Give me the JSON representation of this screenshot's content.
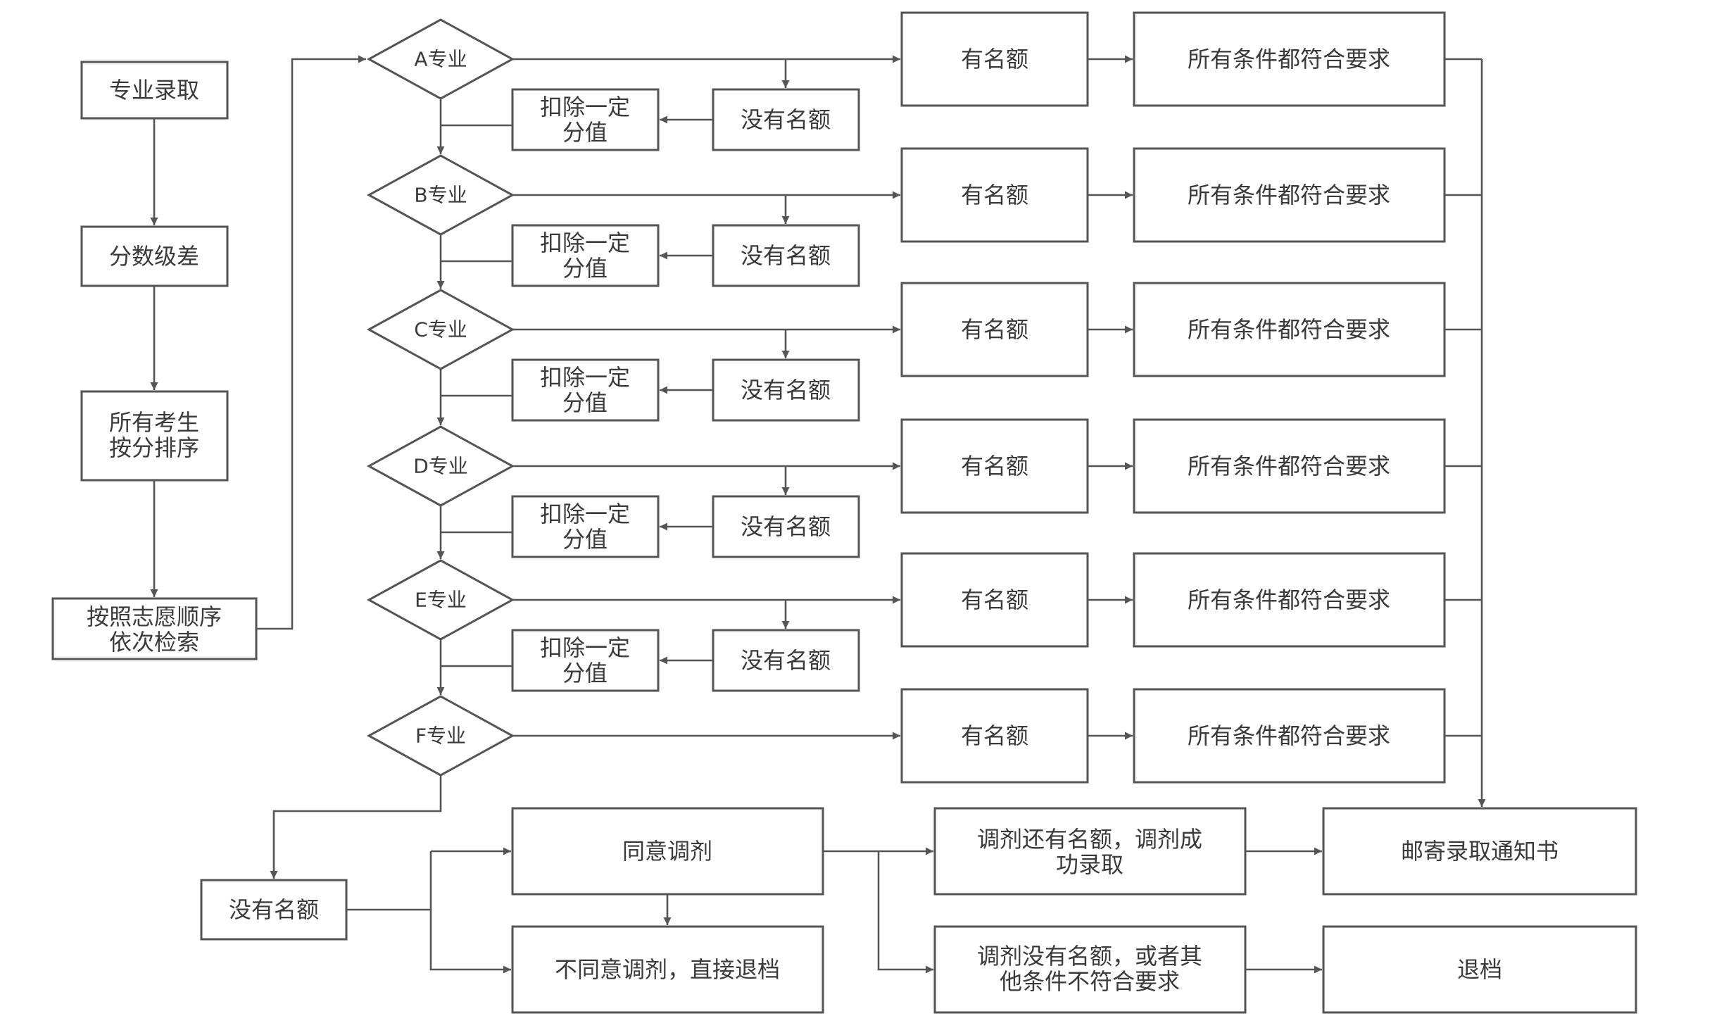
{
  "left_column": {
    "step1": "专业录取",
    "step2": "分数级差",
    "step3_line1": "所有考生",
    "step3_line2": "按分排序",
    "step4_line1": "按照志愿顺序",
    "step4_line2": "依次检索"
  },
  "majors": [
    {
      "label": "A专业"
    },
    {
      "label": "B专业"
    },
    {
      "label": "C专业"
    },
    {
      "label": "D专业"
    },
    {
      "label": "E专业"
    },
    {
      "label": "F专业"
    }
  ],
  "quota_yes": "有名额",
  "quota_no": "没有名额",
  "deduct_line1": "扣除一定",
  "deduct_line2": "分值",
  "requirements_met": "所有条件都符合要求",
  "bottom": {
    "no_quota": "没有名额",
    "agree_adjust": "同意调剂",
    "disagree_adjust": "不同意调剂，直接退档",
    "adjust_success_line1": "调剂还有名额，调剂成",
    "adjust_success_line2": "功录取",
    "adjust_fail_line1": "调剂没有名额，或者其",
    "adjust_fail_line2": "他条件不符合要求",
    "mail_notice": "邮寄录取通知书",
    "return_file": "退档"
  },
  "colors": {
    "stroke": "#555555",
    "text": "#3a3a3a",
    "background": "#ffffff"
  }
}
